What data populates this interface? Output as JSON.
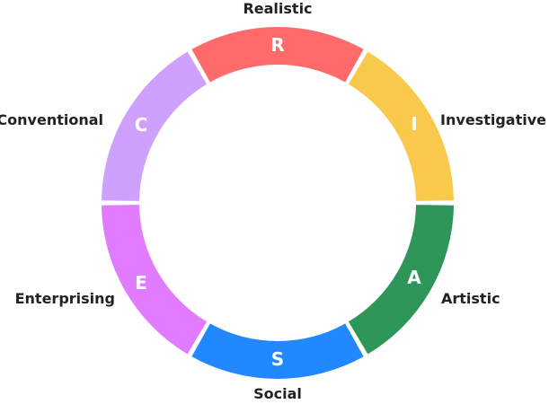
{
  "diagram": {
    "segments": [
      {
        "key": "realistic",
        "letter": "R",
        "label": "Realistic",
        "color": "#FF6B6B"
      },
      {
        "key": "investigative",
        "letter": "I",
        "label": "Investigative",
        "color": "#F8C94B"
      },
      {
        "key": "artistic",
        "letter": "A",
        "label": "Artistic",
        "color": "#2F965A"
      },
      {
        "key": "social",
        "letter": "S",
        "label": "Social",
        "color": "#2188FF"
      },
      {
        "key": "enterprising",
        "letter": "E",
        "label": "Enterprising",
        "color": "#E17BFF"
      },
      {
        "key": "conventional",
        "letter": "C",
        "label": "Conventional",
        "color": "#CEA1FE"
      }
    ]
  }
}
